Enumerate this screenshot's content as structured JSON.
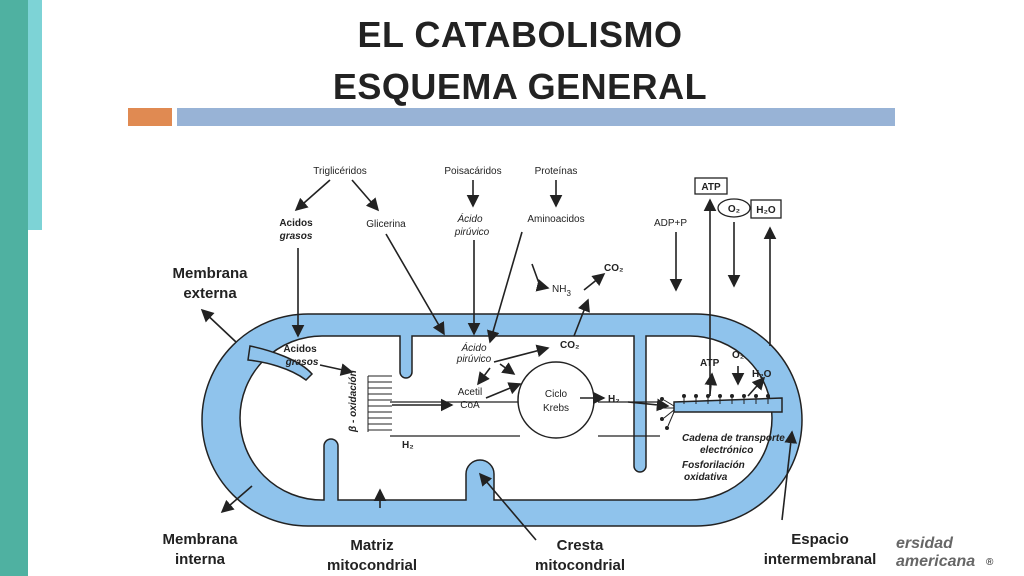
{
  "title": {
    "line1": "EL CATABOLISMO",
    "line2": "ESQUEMA GENERAL"
  },
  "diagram": {
    "sources": {
      "trigliceridos": "Triglicéridos",
      "polisacaridos": "Poisacáridos",
      "proteinas": "Proteínas"
    },
    "intermediates_outer": {
      "acidos_line1": "Acidos",
      "acidos_line2": "grasos",
      "glicerina": "Glicerina",
      "acido_line1": "Ácido",
      "acido_line2": "pirúvico",
      "aminoacidos": "Aminoacidos",
      "nh3": "NH",
      "nh3_sub": "3",
      "co2": "CO₂",
      "adp": "ADP+P",
      "atp_box": "ATP",
      "o2_box": "O₂",
      "h2o_box": "H₂O"
    },
    "inner": {
      "acidos_line1": "Acidos",
      "acidos_line2": "grasos",
      "beta": "β - oxidación",
      "acido_line1": "Ácido",
      "acido_line2": "pirúvico",
      "co2": "CO₂",
      "acetil_line1": "Acetil",
      "acetil_line2": "CoA",
      "ciclo_line1": "Ciclo",
      "ciclo_line2": "Krebs",
      "h2_right": "H₂",
      "h2_left": "H₂",
      "atp": "ATP",
      "o2": "O₂",
      "h2o": "H₂O",
      "cadena_line1": "Cadena de transporte",
      "cadena_line2": "electrónico",
      "fosfo_line1": "Fosforilación",
      "fosfo_line2": "oxidativa"
    },
    "callouts": {
      "membrana_externa_1": "Membrana",
      "membrana_externa_2": "externa",
      "membrana_interna_1": "Membrana",
      "membrana_interna_2": "interna",
      "matriz_1": "Matriz",
      "matriz_2": "mitocondrial",
      "cresta_1": "Cresta",
      "cresta_2": "mitocondrial",
      "espacio_1": "Espacio",
      "espacio_2": "intermembranal"
    },
    "colors": {
      "membrane": "#8fc3ec",
      "ink": "#222222"
    }
  },
  "logo": {
    "line1": "ersidad",
    "line2": "americana",
    "mark": "®"
  }
}
